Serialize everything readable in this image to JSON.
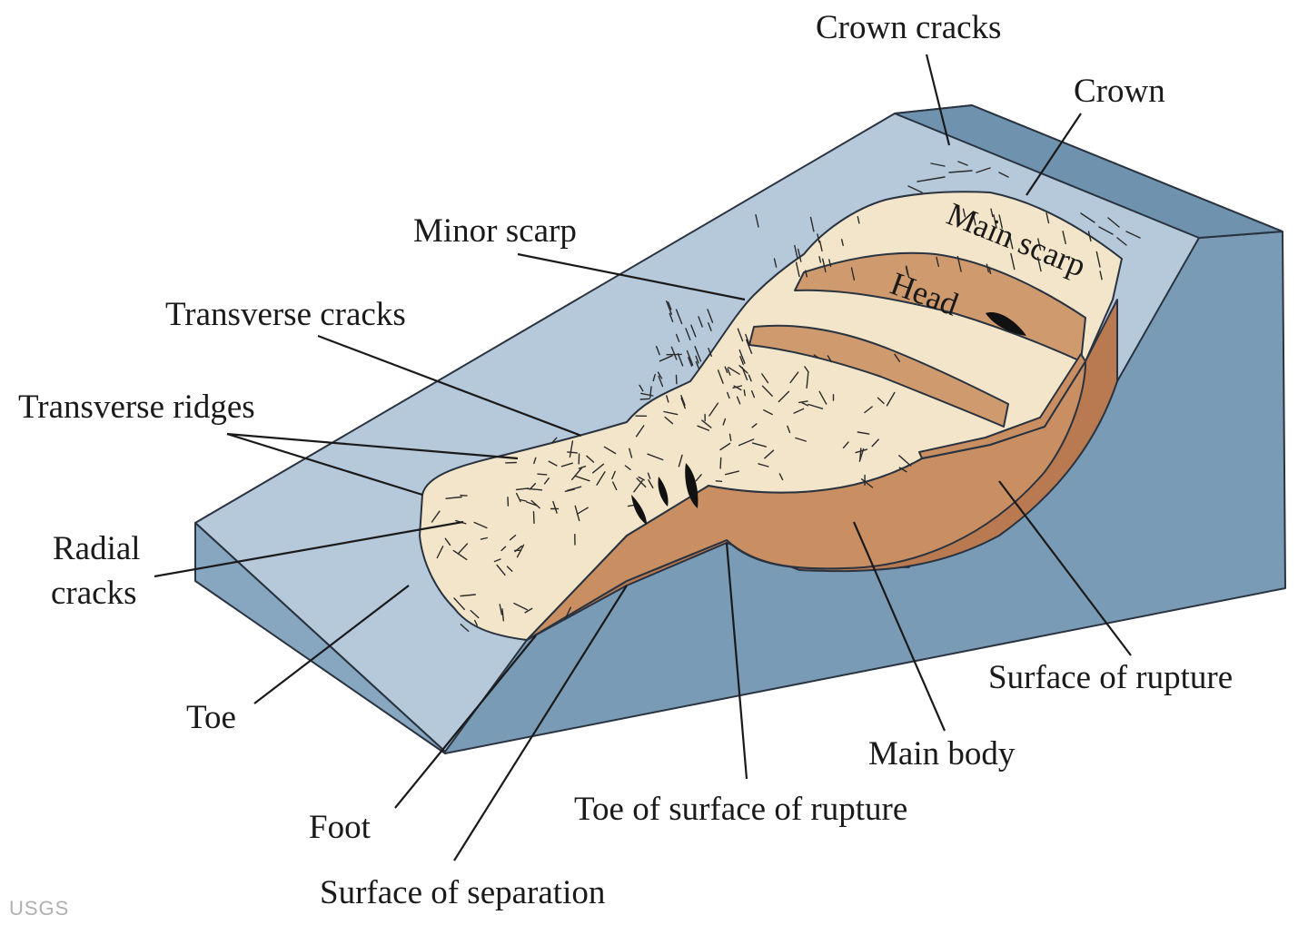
{
  "labels": {
    "crown_cracks": "Crown cracks",
    "crown": "Crown",
    "minor_scarp": "Minor scarp",
    "transverse_cracks": "Transverse cracks",
    "transverse_ridges": "Transverse ridges",
    "radial_cracks_line1": "Radial",
    "radial_cracks_line2": "cracks",
    "toe": "Toe",
    "foot": "Foot",
    "surface_of_separation": "Surface of separation",
    "toe_of_surface_of_rupture": "Toe of surface of rupture",
    "main_body": "Main body",
    "surface_of_rupture": "Surface of rupture",
    "main_scarp": "Main scarp",
    "head": "Head"
  },
  "credit": "USGS",
  "colors": {
    "slope_top": "#b5c9da",
    "block_side": "#7f9fb8",
    "block_front": "#87a7c0",
    "displaced_light": "#f3e5c9",
    "displaced_brown": "#cf9b6e",
    "rupture_surface": "#b97a52"
  }
}
